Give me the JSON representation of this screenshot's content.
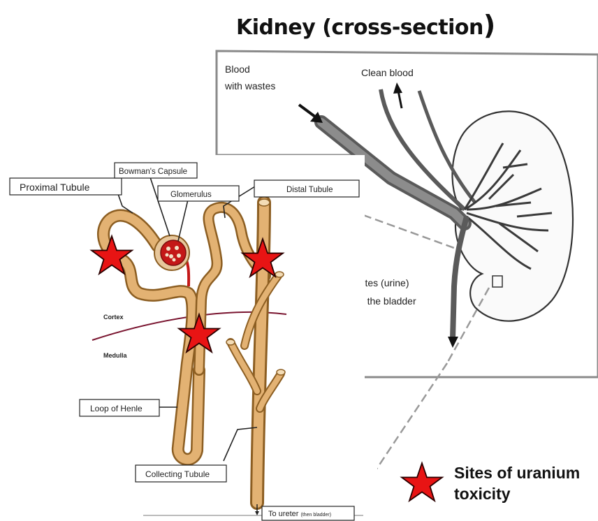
{
  "title": {
    "text": "Kidney (cross-section",
    "close_paren": ")"
  },
  "kidney_panel": {
    "blood_with_wastes_line1": "Blood",
    "blood_with_wastes_line2": "with wastes",
    "clean_blood": "Clean blood",
    "wastes_line1": "Wastes (urine)",
    "wastes_line2": "to the bladder"
  },
  "nephron_panel": {
    "proximal_tubule": "Proximal Tubule",
    "bowmans_capsule": "Bowman's Capsule",
    "glomerulus": "Glomerulus",
    "distal_tubule": "Distal Tubule",
    "cortex": "Cortex",
    "medulla": "Medulla",
    "loop_of_henle": "Loop of Henle",
    "collecting_tubule": "Collecting Tubule",
    "to_ureter": "To ureter",
    "to_ureter_note": "(then bladder)"
  },
  "legend": {
    "line1": "Sites of uranium",
    "line2": "toxicity",
    "marker_color": "#e81414"
  },
  "colors": {
    "tubule": "#d8a45c",
    "tubule_edge": "#9a6a2a",
    "divider": "#7a1530",
    "star": "#e81414"
  }
}
